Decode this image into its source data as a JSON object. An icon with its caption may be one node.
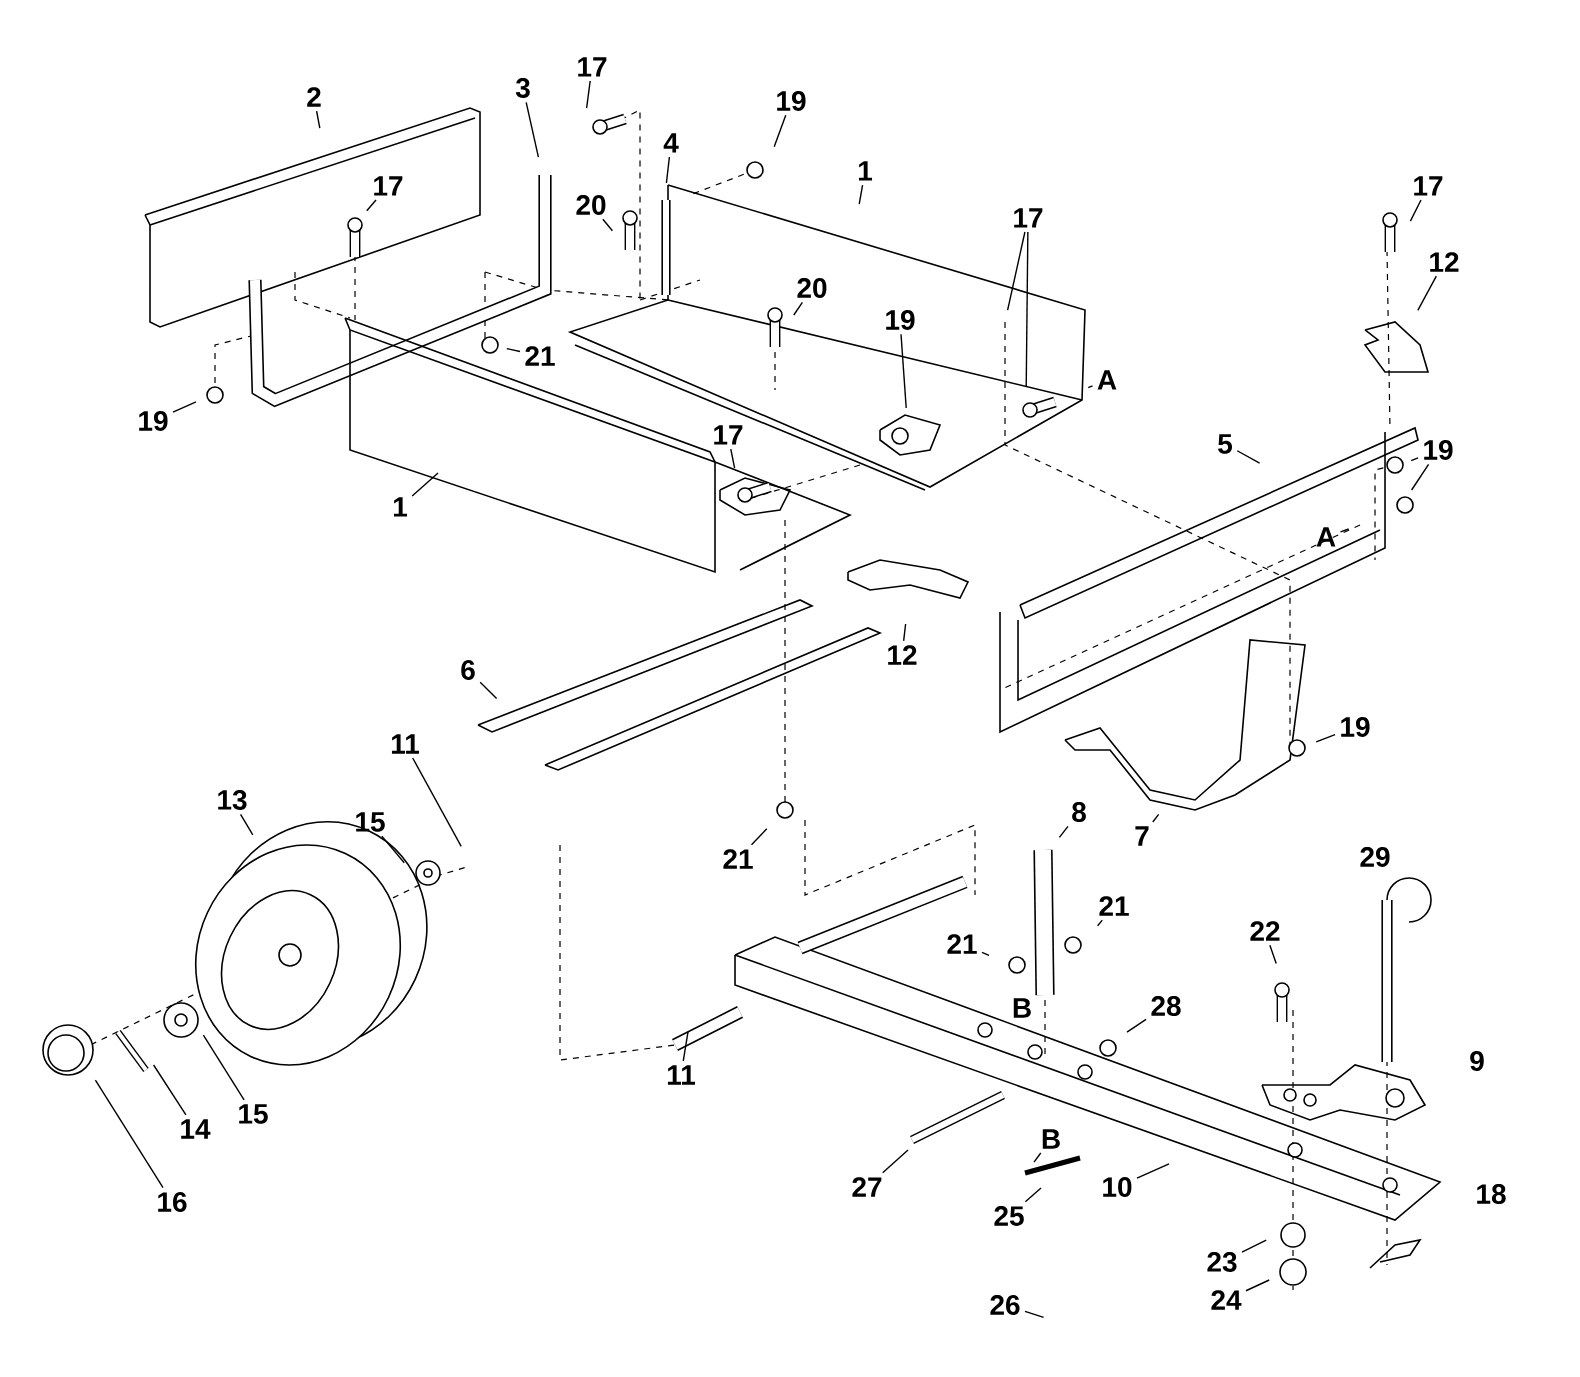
{
  "diagram": {
    "nodes": [
      {
        "text": [
          "2"
        ]
      },
      {
        "text": [
          "3"
        ]
      },
      {
        "text": [
          "17"
        ]
      },
      {
        "text": [
          "19"
        ]
      },
      {
        "text": [
          "4"
        ]
      },
      {
        "text": [
          "1"
        ]
      },
      {
        "text": [
          "17"
        ]
      },
      {
        "text": [
          "20"
        ]
      },
      {
        "text": [
          "17"
        ]
      },
      {
        "text": [
          "17"
        ]
      },
      {
        "text": [
          "12"
        ]
      },
      {
        "text": [
          "20"
        ]
      },
      {
        "text": [
          "19"
        ]
      },
      {
        "text": [
          "21"
        ]
      },
      {
        "text": [
          "A"
        ]
      },
      {
        "text": [
          "19"
        ]
      },
      {
        "text": [
          "17"
        ]
      },
      {
        "text": [
          "5"
        ]
      },
      {
        "text": [
          "19"
        ]
      },
      {
        "text": [
          "1"
        ]
      },
      {
        "text": [
          "A"
        ]
      },
      {
        "text": [
          "12"
        ]
      },
      {
        "text": [
          "6"
        ]
      },
      {
        "text": [
          "19"
        ]
      },
      {
        "text": [
          "11"
        ]
      },
      {
        "text": [
          "13"
        ]
      },
      {
        "text": [
          "7"
        ]
      },
      {
        "text": [
          "8"
        ]
      },
      {
        "text": [
          "15"
        ]
      },
      {
        "text": [
          "21"
        ]
      },
      {
        "text": [
          "21"
        ]
      },
      {
        "text": [
          "22"
        ]
      },
      {
        "text": [
          "21"
        ]
      },
      {
        "text": [
          "28"
        ]
      },
      {
        "text": [
          "11"
        ]
      },
      {
        "text": [
          "15"
        ]
      },
      {
        "text": [
          "14"
        ]
      },
      {
        "text": [
          "B"
        ]
      },
      {
        "text": [
          "27"
        ]
      },
      {
        "text": [
          "10"
        ]
      },
      {
        "text": [
          "16"
        ]
      },
      {
        "text": [
          "25"
        ]
      },
      {
        "text": [
          "23"
        ]
      },
      {
        "text": [
          "24"
        ]
      },
      {
        "text": [
          "26"
        ]
      }
    ],
    "edges": [
      {
        "from": 0,
        "to": null,
        "arrow": "none"
      },
      {
        "from": 1,
        "to": null,
        "arrow": "none"
      },
      {
        "from": 2,
        "to": null,
        "arrow": "none"
      },
      {
        "from": 3,
        "to": null,
        "arrow": "none"
      },
      {
        "from": 4,
        "to": null,
        "arrow": "none"
      },
      {
        "from": 5,
        "to": null,
        "arrow": "none"
      },
      {
        "from": 6,
        "to": null,
        "arrow": "none"
      },
      {
        "from": 7,
        "to": null,
        "arrow": "none"
      },
      {
        "from": 8,
        "to": null,
        "arrow": "none"
      },
      {
        "from": 8,
        "to": null,
        "arrow": "none"
      },
      {
        "from": 9,
        "to": null,
        "arrow": "none"
      },
      {
        "from": 10,
        "to": null,
        "arrow": "none"
      },
      {
        "from": 11,
        "to": null,
        "arrow": "none"
      },
      {
        "from": 12,
        "to": null,
        "arrow": "none"
      },
      {
        "from": 13,
        "to": null,
        "arrow": "none"
      },
      {
        "from": 14,
        "to": null,
        "arrow": "none"
      },
      {
        "from": 15,
        "to": null,
        "arrow": "none"
      },
      {
        "from": 16,
        "to": null,
        "arrow": "none"
      },
      {
        "from": 17,
        "to": null,
        "arrow": "none"
      },
      {
        "from": 18,
        "to": null,
        "arrow": "none"
      },
      {
        "from": 18,
        "to": null,
        "arrow": "none"
      },
      {
        "from": 19,
        "to": null,
        "arrow": "none"
      },
      {
        "from": 20,
        "to": null,
        "arrow": "none"
      },
      {
        "from": 21,
        "to": null,
        "arrow": "none"
      },
      {
        "from": 22,
        "to": null,
        "arrow": "none"
      },
      {
        "from": 23,
        "to": null,
        "arrow": "none"
      },
      {
        "from": 24,
        "to": null,
        "arrow": "none"
      },
      {
        "from": 25,
        "to": null,
        "arrow": "none"
      },
      {
        "from": 26,
        "to": null,
        "arrow": "none"
      },
      {
        "from": 27,
        "to": null,
        "arrow": "none"
      },
      {
        "from": 28,
        "to": null,
        "arrow": "none"
      },
      {
        "from": 29,
        "to": null,
        "arrow": "none"
      },
      {
        "from": 30,
        "to": null,
        "arrow": "none"
      },
      {
        "from": 31,
        "to": null,
        "arrow": "none"
      },
      {
        "from": 32,
        "to": null,
        "arrow": "none"
      },
      {
        "from": 33,
        "to": null,
        "arrow": "none"
      },
      {
        "from": 34,
        "to": null,
        "arrow": "none"
      },
      {
        "from": 35,
        "to": null,
        "arrow": "none"
      },
      {
        "from": 36,
        "to": null,
        "arrow": "none"
      },
      {
        "from": 37,
        "to": null,
        "arrow": "none"
      },
      {
        "from": 38,
        "to": null,
        "arrow": "none"
      },
      {
        "from": 39,
        "to": null,
        "arrow": "none"
      },
      {
        "from": 40,
        "to": null,
        "arrow": "none"
      },
      {
        "from": 41,
        "to": null,
        "arrow": "none"
      },
      {
        "from": 42,
        "to": null,
        "arrow": "none"
      },
      {
        "from": 43,
        "to": null,
        "arrow": "none"
      },
      {
        "from": 44,
        "to": null,
        "arrow": "none"
      }
    ],
    "labels": [
      "29",
      "B",
      "9",
      "18"
    ]
  }
}
